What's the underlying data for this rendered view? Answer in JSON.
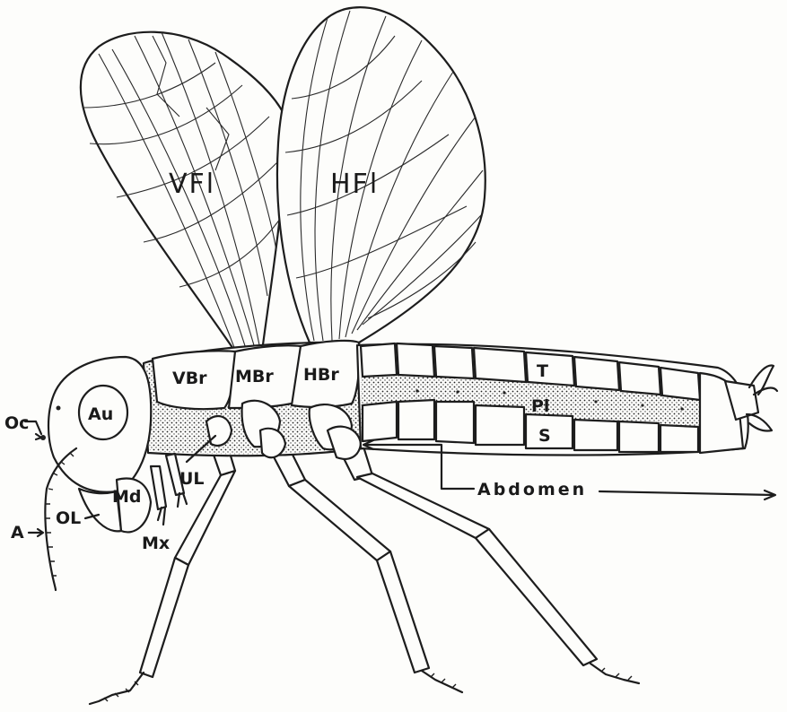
{
  "figure": {
    "labels": {
      "vfl": "VFl",
      "hfl": "HFl",
      "vbr": "VBr",
      "mbr": "MBr",
      "hbr": "HBr",
      "au": "Au",
      "oc": "Oc",
      "md": "Md",
      "ol": "OL",
      "a": "A",
      "mx": "Mx",
      "ul": "UL",
      "t": "T",
      "pl": "Pl",
      "s": "S",
      "abdomen": "Abdomen"
    },
    "colors": {
      "ink": "#1d1d1d",
      "paper": "#fdfdfb"
    }
  }
}
